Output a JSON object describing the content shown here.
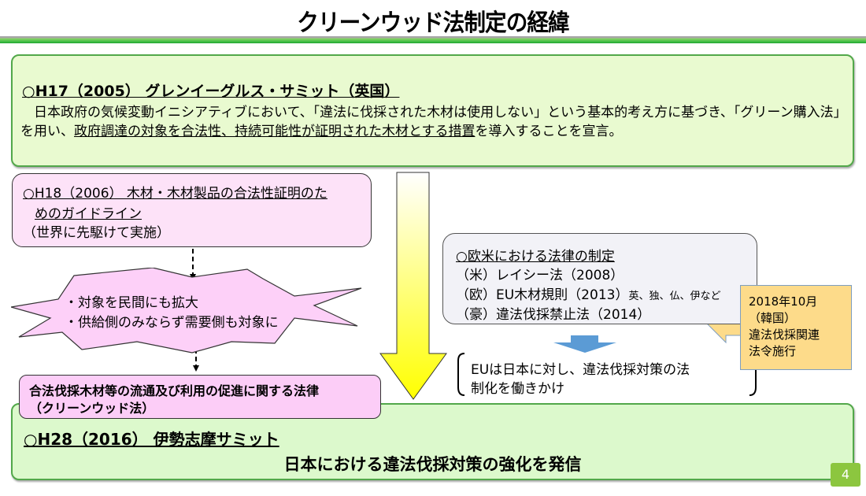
{
  "title": "クリーンウッド法制定の経緯",
  "top_box": {
    "heading": "○H17（2005） グレンイーグルス・サミット（英国）",
    "body_part1": "日本政府の気候変動イニシアティブにおいて、「違法に伐採された木材は使用しない」という基本的考え方に基づき、「グリーン購入法」を用い、",
    "body_underlined": "政府調達の対象を合法性、持続可能性が証明された木材とする措置",
    "body_part2": "を導入することを宣言。"
  },
  "guideline_box": {
    "line1": "○H18（2006） 木材・木材製品の合法性証明のた",
    "line2": "めのガイドライン",
    "line3": "（世界に先駆けて実施）"
  },
  "burst": {
    "items": [
      "・対象を民間にも拡大",
      "・供給側のみならず需要側も対象に"
    ]
  },
  "law_box": {
    "line1": "合法伐採木材等の流通及び利用の促進に関する法律",
    "line2": "（クリーンウッド法）"
  },
  "eu_box": {
    "heading": "○欧米における法律の制定",
    "us": "（米）レイシー法（2008）",
    "eu": "（欧）EU木材規則（2013）",
    "eu_small": "英、独、仏、伊など",
    "au": "（豪）違法伐採禁止法（2014）"
  },
  "korea_callout": {
    "lines": [
      "2018年10月",
      "（韓国）",
      "違法伐採関連",
      "法令施行"
    ]
  },
  "eu_note": {
    "line1": "EUは日本に対し、違法伐採対策の法",
    "line2": "制化を働きかけ"
  },
  "bottom_box": {
    "heading": "○H28（2016） 伊勢志摩サミット",
    "body": "日本における違法伐採対策の強化を発信"
  },
  "page_number": "4",
  "colors": {
    "green_fill": "#e9fad0",
    "green_border": "#52a84a",
    "pink_fill": "#fde2f8",
    "yellow_arrow": "#ffff00",
    "blue_arrow": "#5b9bd5",
    "callout_fill": "#fddb8a",
    "page_badge": "#8cc63f"
  }
}
